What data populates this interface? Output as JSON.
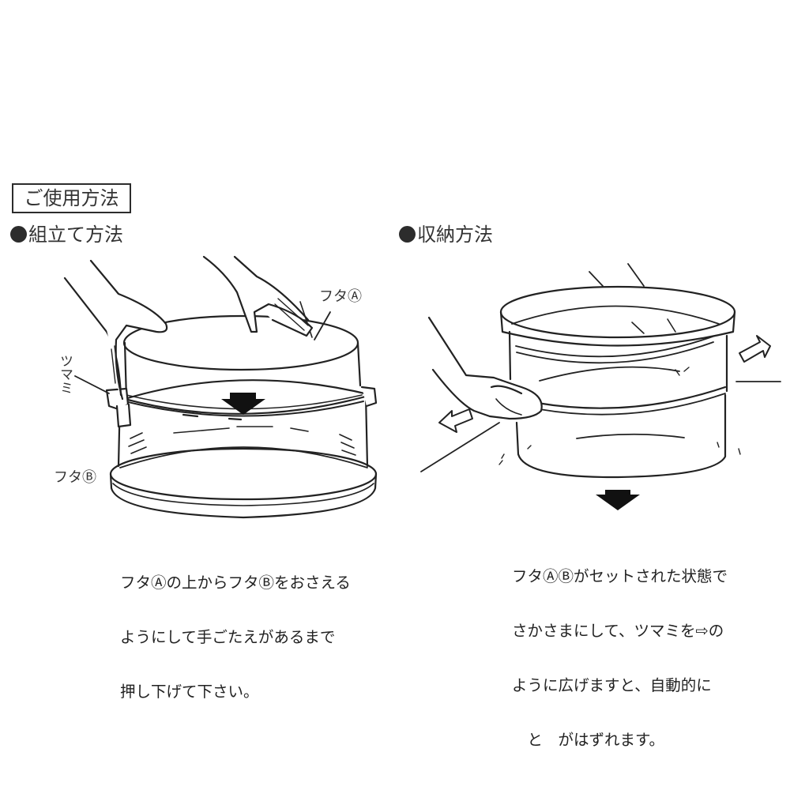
{
  "header": {
    "usage_title": "ご使用方法"
  },
  "assembly": {
    "heading": "組立て方法",
    "bullet_icon": "black-circle-bullet",
    "labels": {
      "lid_a": "フタⒶ",
      "knob": "ツマミ",
      "lid_b": "フタⒷ"
    },
    "arrow_icon": "down-arrow",
    "caption_lines": [
      "フタⒶの上からフタⒷをおさえる",
      "ようにして手ごたえがあるまで",
      "押し下げて下さい。"
    ]
  },
  "storage": {
    "heading": "収納方法",
    "bullet_icon": "black-circle-bullet",
    "arrow_icons": [
      "outline-arrow-left-down",
      "outline-arrow-right-up",
      "down-arrow"
    ],
    "caption_lines": [
      "フタⒶⒷがセットされた状態で",
      "さかさまにして、ツマミを⇨の",
      "ように広げますと、自動的に",
      "　と　がはずれます。"
    ]
  },
  "colors": {
    "ink": "#2a2a2a",
    "background": "#ffffff"
  }
}
